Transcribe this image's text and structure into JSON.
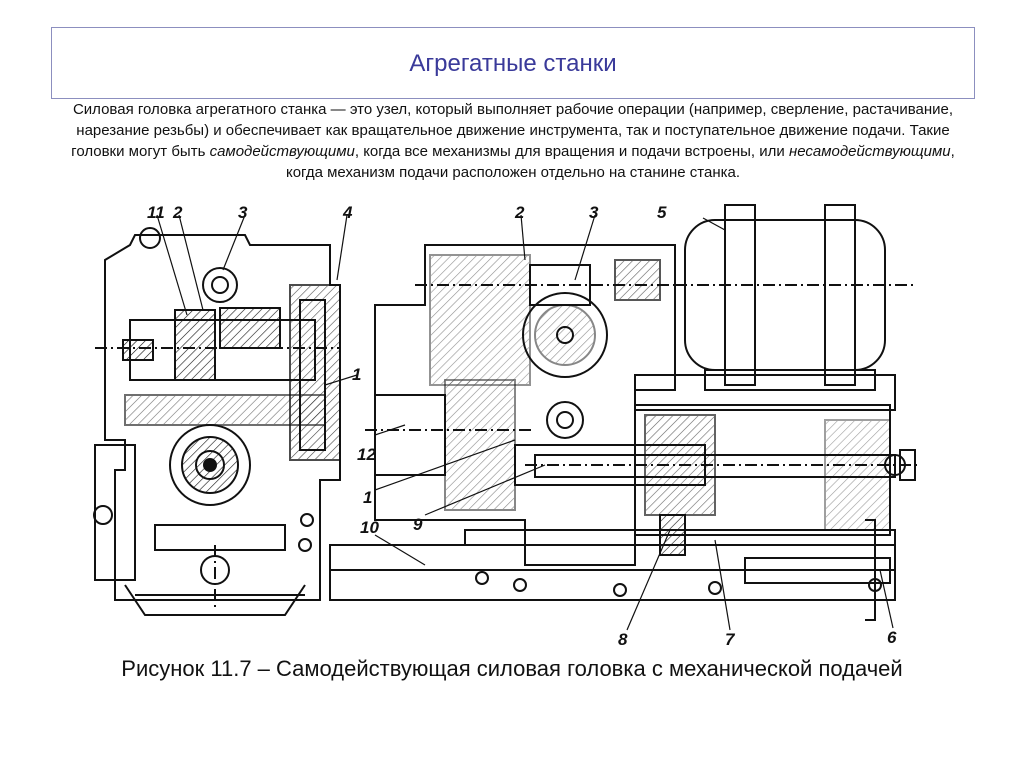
{
  "slide": {
    "title": "Агрегатные станки",
    "paragraph": {
      "p1": "Силовая головка агрегатного станка — это узел, который выполняет рабочие операции (например, сверление, растачивание, нарезание резьбы) и обеспечивает как вращательное движение инструмента, так и поступательное движение подачи. Такие головки могут быть ",
      "em1": "самодействующими",
      "p2": ", когда все механизмы для вращения и подачи встроены, или ",
      "em2": "несамодействующими",
      "p3": ", когда механизм подачи расположен отдельно на станине станка."
    },
    "figure": {
      "labels": {
        "l11": "11",
        "l2a": "2",
        "l3a": "3",
        "l4": "4",
        "l1a": "1",
        "l12": "12",
        "l1b": "1",
        "l9": "9",
        "l10": "10",
        "l2b": "2",
        "l3b": "3",
        "l5": "5",
        "l8": "8",
        "l7": "7",
        "l6": "6"
      }
    },
    "caption": "Рисунок 11.7 – Самодействующая силовая головка с механической подачей"
  }
}
